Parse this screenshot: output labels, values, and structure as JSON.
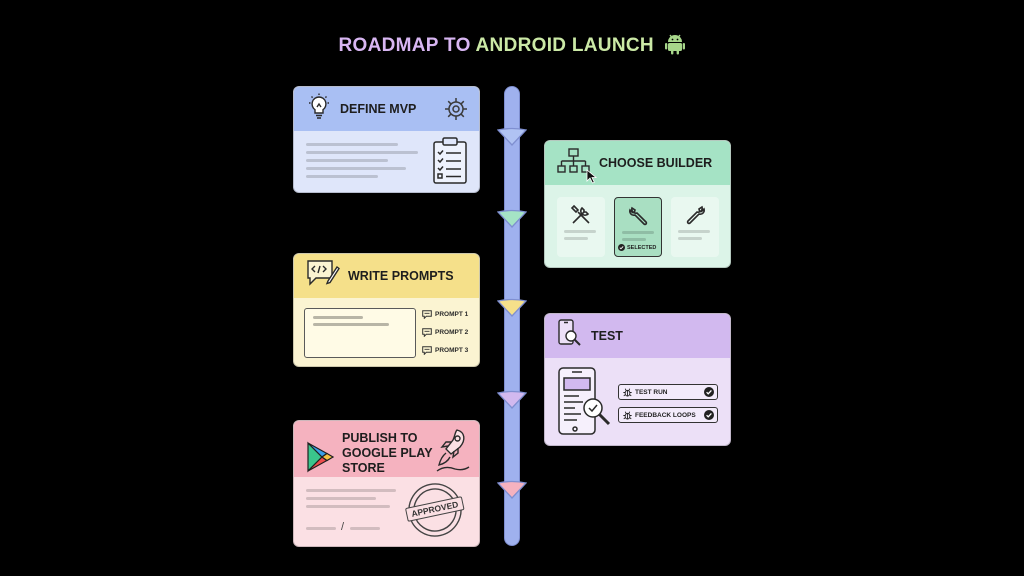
{
  "title_part1": "ROADMAP TO",
  "title_part2": "ANDROID LAUNCH",
  "steps": {
    "define_mvp": {
      "title": "DEFINE MVP"
    },
    "choose_builder": {
      "title": "CHOOSE BUILDER",
      "selected_badge": "SELECTED"
    },
    "write_prompts": {
      "title": "WRITE PROMPTS",
      "prompts": [
        "PROMPT 1",
        "PROMPT 2",
        "PROMPT 3"
      ]
    },
    "test": {
      "title": "TEST",
      "items": [
        "TEST RUN",
        "FEEDBACK LOOPS"
      ]
    },
    "publish": {
      "title": "PUBLISH TO GOOGLE PLAY STORE",
      "stamp": "APPROVED",
      "separator": "/"
    }
  },
  "colors": {
    "mvp": "#a9bff3",
    "builder": "#a5e3c5",
    "prompts": "#f5e08a",
    "test": "#d2b9ef",
    "publish": "#f5b2bf",
    "spine": "#9fb1ee"
  },
  "icons": [
    "android-icon",
    "lightbulb-icon",
    "gear-icon",
    "clipboard-checklist-icon",
    "sitemap-icon",
    "cursor-icon",
    "tools-icon",
    "wrench-icon",
    "chat-code-icon",
    "chat-icon",
    "phone-search-icon",
    "bug-icon",
    "check-circle-icon",
    "play-store-icon",
    "rocket-icon"
  ]
}
